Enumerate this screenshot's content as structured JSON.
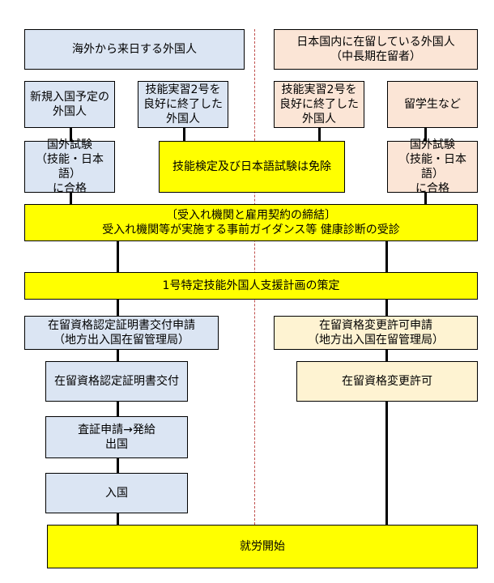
{
  "header_left": "海外から来日する外国人",
  "header_right": "日本国内に在留している外国人\n（中長期在留者）",
  "cat_new_entry": "新規入国予定の\n外国人",
  "cat_tech_intern_a": "技能実習2号を\n良好に終了した\n外国人",
  "cat_tech_intern_b": "技能実習2号を\n良好に終了した\n外国人",
  "cat_student": "留学生など",
  "exam_overseas": "国外試験\n（技能・日本語）\nに合格",
  "exam_exempt": "技能検定及び日本語試験は免除",
  "exam_domestic": "国外試験\n（技能・日本語）\nに合格",
  "contract": "〔受入れ機関と雇用契約の締結〕\n受入れ機関等が実施する事前ガイダンス等 健康診断の受診",
  "support_plan": "1号特定技能外国人支援計画の策定",
  "coe_application": "在留資格認定証明書交付申請\n（地方出入国在留管理局）",
  "change_application": "在留資格変更許可申請\n（地方出入国在留管理局）",
  "coe_issued": "在留資格認定証明書交付",
  "change_permitted": "在留資格変更許可",
  "visa_application": "査証申請→発給\n出国",
  "entry": "入国",
  "start_work": "就労開始"
}
